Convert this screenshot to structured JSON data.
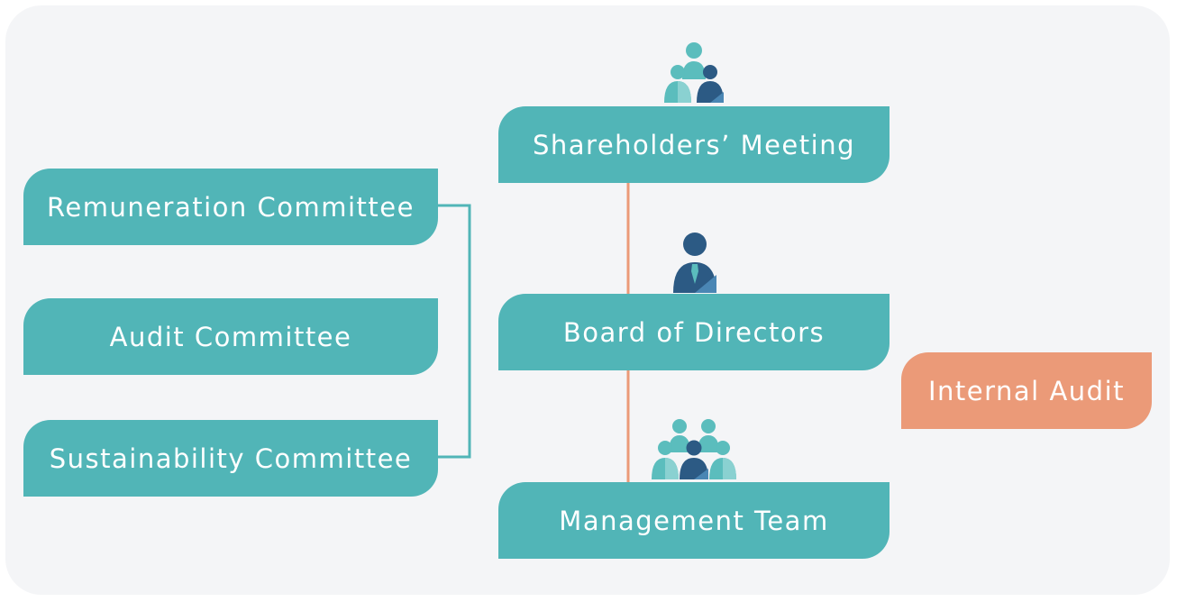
{
  "colors": {
    "panel": "#f4f5f7",
    "box_teal": "#51b5b7",
    "box_orange": "#eb9a78",
    "connector_teal": "#51b5b7",
    "connector_orange": "#eb9a78",
    "person_light": "#5bbdbd",
    "person_dark": "#2c5a84"
  },
  "nodes": {
    "shareholders": "Shareholders’ Meeting",
    "board": "Board of Directors",
    "management": "Management Team",
    "internal_audit": "Internal Audit",
    "remuneration": "Remuneration Committee",
    "audit": "Audit Committee",
    "sustainability": "Sustainability Committee"
  },
  "icons": {
    "shareholders": "people-group-icon",
    "board": "person-with-tie-icon",
    "management": "team-group-icon"
  }
}
